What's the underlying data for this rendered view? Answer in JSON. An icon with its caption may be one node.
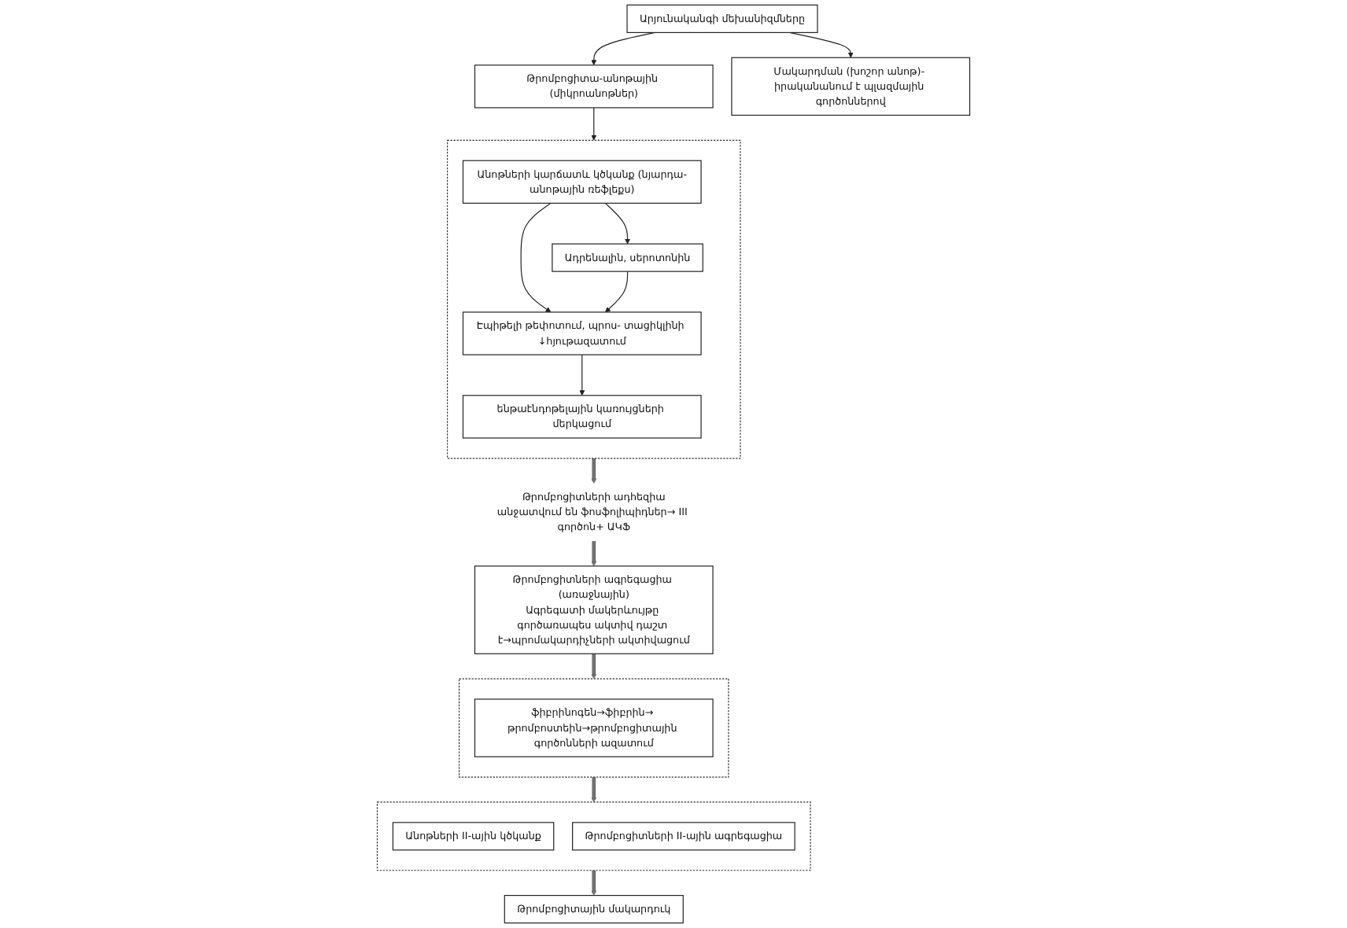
{
  "diagram": {
    "nodes": [
      {
        "text": [
          "Արյունականգի մեխանիզմները"
        ]
      },
      {
        "text": [
          "Թրոմբոցիտա-անոթային (միկրոանոթներ)"
        ]
      },
      {
        "text": [
          "Մակարդման (խոշոր անոթ)- իրականանում է պլազմային գործոններով"
        ]
      },
      {
        "text": [],
        "shape": "box"
      },
      {
        "text": [
          "Անոթների կարճատև կծկանք (նյարդա-անոթային ռեֆլեքս)"
        ],
        "in": 3
      },
      {
        "text": [
          "Ադրենալին, սերոտոնին"
        ],
        "in": 3
      },
      {
        "text": [
          "Էպիթելի թեփոտում, պրոս- տացիկլինի ↓հյութազատում"
        ],
        "in": 3
      },
      {
        "text": [
          "ենթաէնդոթելային կառույցների մերկացում"
        ],
        "in": 3
      },
      {
        "text": [
          "Թրոմբոցիտների ադհեզիա",
          "անջատվում են ֆոսֆոլիպիդներ→ III գործոն+ ԱԿՖ"
        ]
      },
      {
        "text": [
          "Թրոմբոցիտների ագրեգացիա (առաջնային)",
          "Ագրեգատի մակերևույթը գործառապես ակտիվ դաշտ է→պրոմակարդիչների ակտիվացում"
        ]
      },
      {
        "text": [],
        "shape": "box"
      },
      {
        "text": [
          "ֆիբրինոգեն→ֆիբրին→ թրոմբոստեին→թրոմբոցիտային գործոնների ազատում"
        ],
        "in": 10
      },
      {
        "text": [],
        "shape": "box"
      },
      {
        "text": [
          "Անոթների II-ային կծկանք"
        ],
        "in": 12
      },
      {
        "text": [
          "Թրոմբոցիտների II-ային ագրեգացիա"
        ],
        "in": 12
      },
      {
        "text": [
          "Թրոմբոցիտային մակարդուկ"
        ]
      }
    ],
    "edges": [
      {
        "from": 0,
        "to": 1,
        "arrow": "to"
      },
      {
        "from": 0,
        "to": 2,
        "arrow": "to"
      },
      {
        "from": 1,
        "to": 3,
        "arrow": "to"
      },
      {
        "from": 4,
        "to": 5,
        "arrow": "to"
      },
      {
        "from": 4,
        "to": 6,
        "arrow": "to"
      },
      {
        "from": 5,
        "to": 6,
        "arrow": "to"
      },
      {
        "from": 6,
        "to": 7,
        "arrow": "to"
      },
      {
        "from": 3,
        "to": 8,
        "arrow": "to",
        "style": "thick",
        "color": "#707070"
      },
      {
        "from": 8,
        "to": 9,
        "arrow": "to",
        "style": "thick",
        "color": "#707070"
      },
      {
        "from": 9,
        "to": 10,
        "arrow": "to",
        "style": "thick",
        "color": "#707070"
      },
      {
        "from": 10,
        "to": 12,
        "arrow": "to",
        "style": "thick",
        "color": "#707070"
      },
      {
        "from": 12,
        "to": 15,
        "arrow": "to",
        "style": "thick",
        "color": "#707070"
      }
    ]
  }
}
